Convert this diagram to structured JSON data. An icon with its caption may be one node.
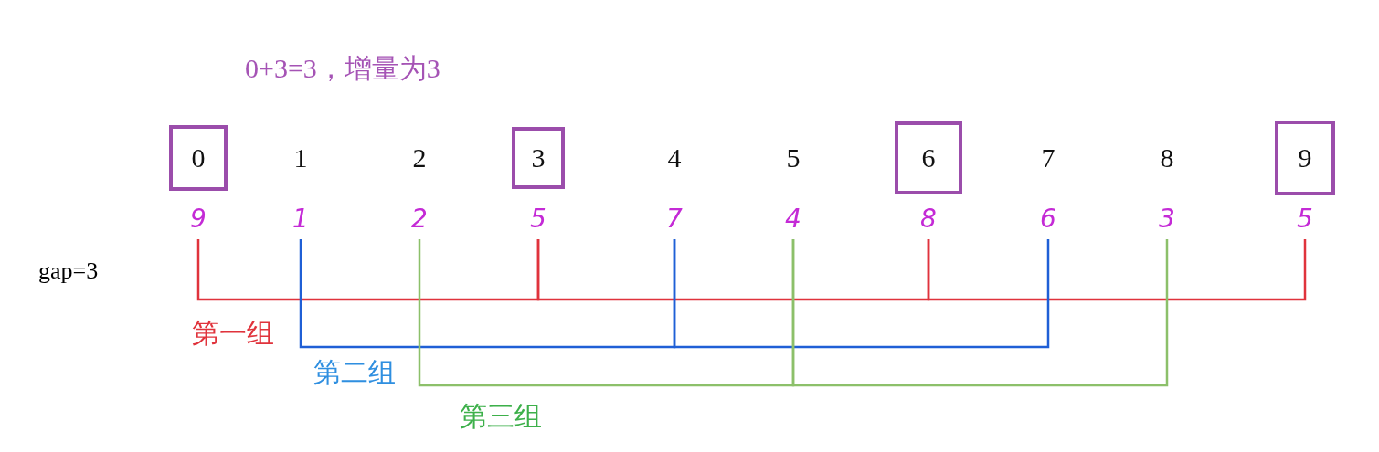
{
  "diagram": {
    "title": "0+3=3，增量为3",
    "nodes": [
      {
        "text": [
          "0"
        ]
      },
      {
        "text": [
          "3"
        ]
      },
      {
        "text": [
          "6"
        ]
      },
      {
        "text": [
          "9"
        ]
      },
      {
        "text": [
          "9"
        ]
      },
      {
        "text": [
          "1"
        ]
      },
      {
        "text": [
          "2"
        ]
      },
      {
        "text": [
          "5"
        ]
      },
      {
        "text": [
          "7"
        ]
      },
      {
        "text": [
          "4"
        ]
      },
      {
        "text": [
          "8"
        ]
      },
      {
        "text": [
          "6"
        ]
      },
      {
        "text": [
          "3"
        ]
      },
      {
        "text": [
          "5"
        ]
      }
    ],
    "edges": [
      {
        "from": 4,
        "to": 7,
        "arrow": "none",
        "color": "#e0333c"
      },
      {
        "from": 7,
        "to": 10,
        "arrow": "none",
        "color": "#e0333c"
      },
      {
        "from": 10,
        "to": 13,
        "arrow": "none",
        "color": "#e0333c"
      },
      {
        "from": 5,
        "to": 8,
        "arrow": "none",
        "color": "#1f5fd6"
      },
      {
        "from": 8,
        "to": 11,
        "arrow": "none",
        "color": "#1f5fd6"
      },
      {
        "from": 6,
        "to": 9,
        "arrow": "none",
        "color": "#8cc06a"
      },
      {
        "from": 9,
        "to": 12,
        "arrow": "none",
        "color": "#8cc06a"
      }
    ],
    "labels": [
      "1",
      "2",
      "4",
      "5",
      "7",
      "8",
      "gap=3",
      "第一组",
      "第二组",
      "第三组"
    ]
  }
}
